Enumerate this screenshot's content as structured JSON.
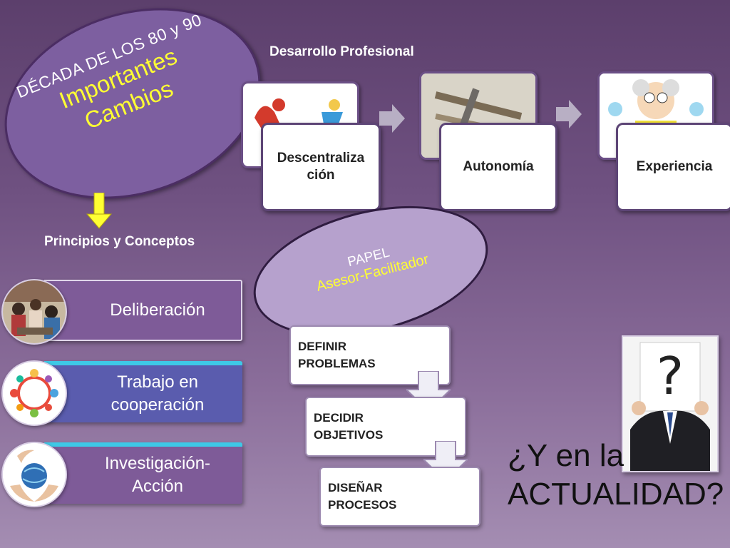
{
  "decade": {
    "line1": "DÉCADA DE LOS 80 y 90",
    "line2a": "Importantes",
    "line2b": "Cambios"
  },
  "principles": {
    "heading": "Principios y Conceptos",
    "items": [
      {
        "label": "Deliberación",
        "color": "#7e5b98"
      },
      {
        "label": "Trabajo en cooperación",
        "color": "#5a5cae"
      },
      {
        "label": "Investigación-Acción",
        "color": "#7e5b98"
      }
    ]
  },
  "development": {
    "heading": "Desarrollo Profesional",
    "cards": [
      "Descentraliza ción",
      "Autonomía",
      "Experiencia"
    ]
  },
  "papel": {
    "line1": "PAPEL",
    "line2": "Asesor-Facilitador"
  },
  "steps": [
    "DEFINIR PROBLEMAS",
    "DECIDIR OBJETIVOS",
    "DISEÑAR PROCESOS"
  ],
  "closing": {
    "line1": "¿Y en la",
    "line2": "ACTUALIDAD?"
  },
  "colors": {
    "accent_yellow": "#ffff33",
    "cyan_accent": "#3ec8e6"
  }
}
